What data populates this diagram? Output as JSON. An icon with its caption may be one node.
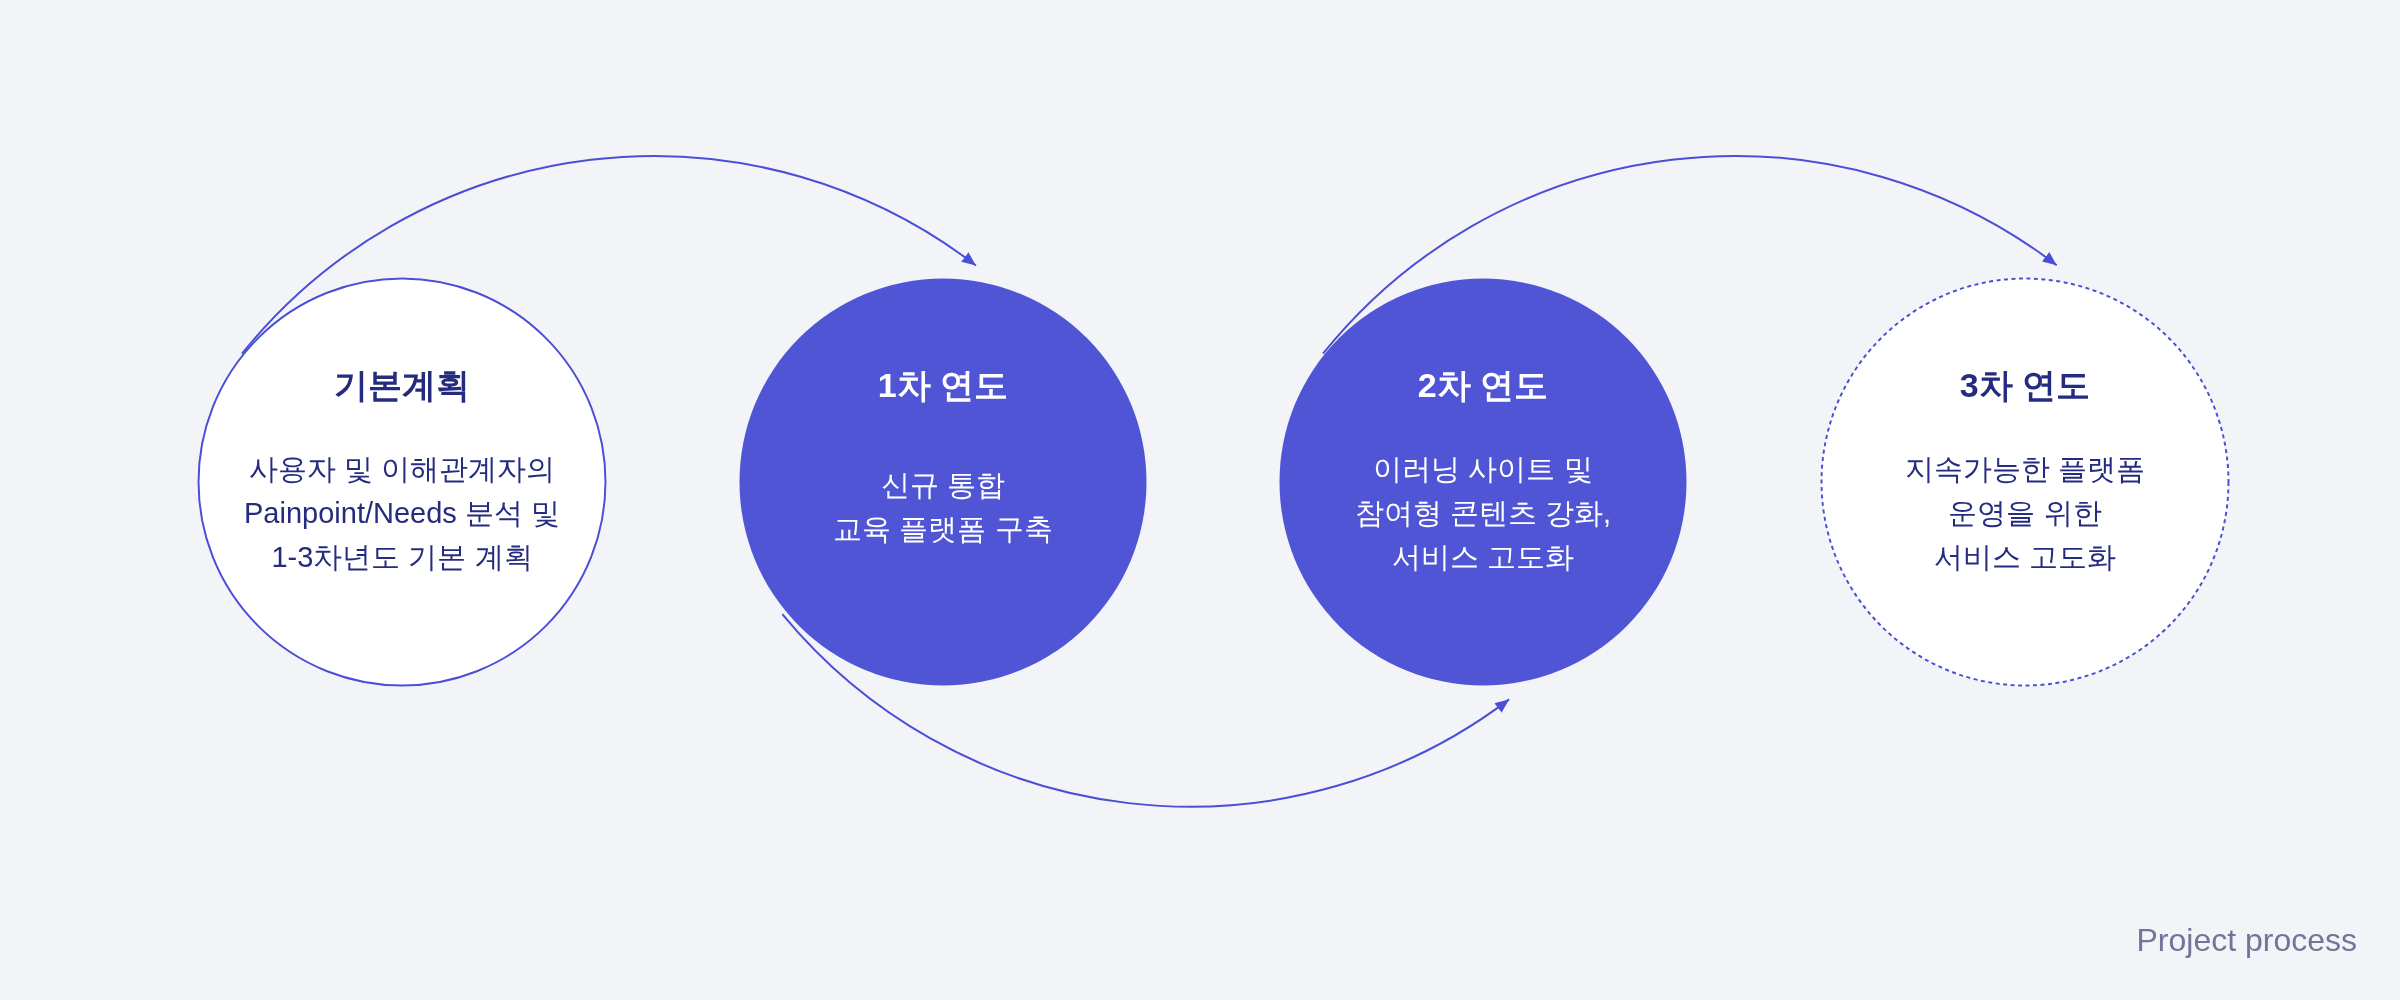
{
  "diagram": {
    "caption": "Project process",
    "nodes": [
      {
        "text": [
          "기본계획",
          "사용자 및 이해관계자의 Painpoint/Needs 분석 및 1-3차년도 기본 계획"
        ]
      },
      {
        "text": [
          "1차 연도",
          "신규 통합 교육 플랫폼 구축"
        ]
      },
      {
        "text": [
          "2차 연도",
          "이러닝 사이트 및 참여형 콘텐츠 강화, 서비스 고도화"
        ]
      },
      {
        "text": [
          "3차 연도",
          "지속가능한 플랫폼 운영을 위한 서비스 고도화"
        ]
      }
    ],
    "edges": [
      {
        "from": 0,
        "to": 1,
        "arrow": "to"
      },
      {
        "from": 1,
        "to": 2,
        "arrow": "to"
      },
      {
        "from": 2,
        "to": 3,
        "arrow": "to"
      }
    ]
  }
}
